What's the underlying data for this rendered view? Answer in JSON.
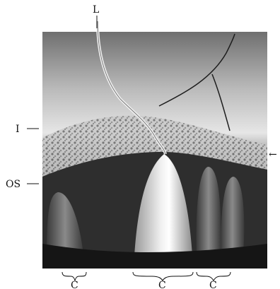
{
  "labels": {
    "top": "L",
    "inner": "I",
    "outer": "OS",
    "bottom_left": "C",
    "bottom_middle": "C",
    "bottom_right": "C"
  },
  "arrow_glyph": "←",
  "colors": {
    "ink": "#111111",
    "background": "#ffffff",
    "tissue_light": "#d8d8d8",
    "tissue_dark": "#2e2e2e"
  }
}
